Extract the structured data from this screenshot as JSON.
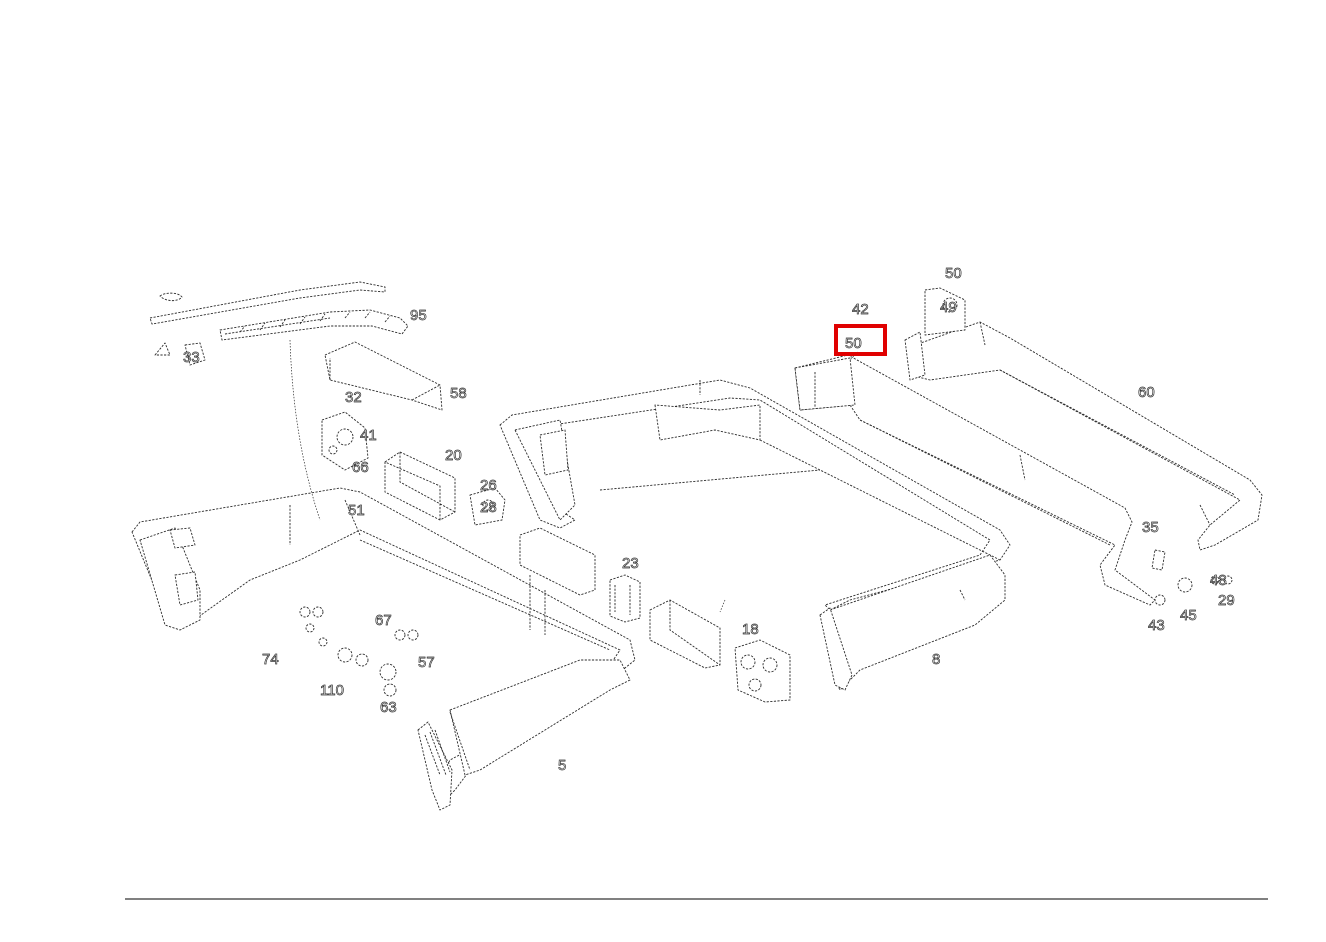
{
  "diagram": {
    "highlight_color": "#e00000",
    "line_color": "#2b2b2b",
    "highlighted_callout": "50",
    "callouts": [
      {
        "id": "c-50-top",
        "text": "50"
      },
      {
        "id": "c-49-top",
        "text": "49"
      },
      {
        "id": "c-42-top",
        "text": "42"
      },
      {
        "id": "c-50-highlight",
        "text": "50"
      },
      {
        "id": "c-60-right",
        "text": "60"
      },
      {
        "id": "c-58",
        "text": "58"
      },
      {
        "id": "c-95",
        "text": "95"
      },
      {
        "id": "c-33-left",
        "text": "33"
      },
      {
        "id": "c-41",
        "text": "41"
      },
      {
        "id": "c-32",
        "text": "32"
      },
      {
        "id": "c-66",
        "text": "66"
      },
      {
        "id": "c-51",
        "text": "51"
      },
      {
        "id": "c-20",
        "text": "20"
      },
      {
        "id": "c-26",
        "text": "26"
      },
      {
        "id": "c-28",
        "text": "28"
      },
      {
        "id": "c-23",
        "text": "23"
      },
      {
        "id": "c-18",
        "text": "18"
      },
      {
        "id": "c-8",
        "text": "8"
      },
      {
        "id": "c-5",
        "text": "5"
      },
      {
        "id": "c-74",
        "text": "74"
      },
      {
        "id": "c-35-right",
        "text": "35"
      },
      {
        "id": "c-29",
        "text": "29"
      },
      {
        "id": "c-48",
        "text": "48"
      },
      {
        "id": "c-45",
        "text": "45"
      },
      {
        "id": "c-43",
        "text": "43"
      },
      {
        "id": "c-57",
        "text": "57"
      },
      {
        "id": "c-67",
        "text": "67"
      },
      {
        "id": "c-63",
        "text": "63"
      },
      {
        "id": "c-110",
        "text": "110"
      }
    ]
  }
}
